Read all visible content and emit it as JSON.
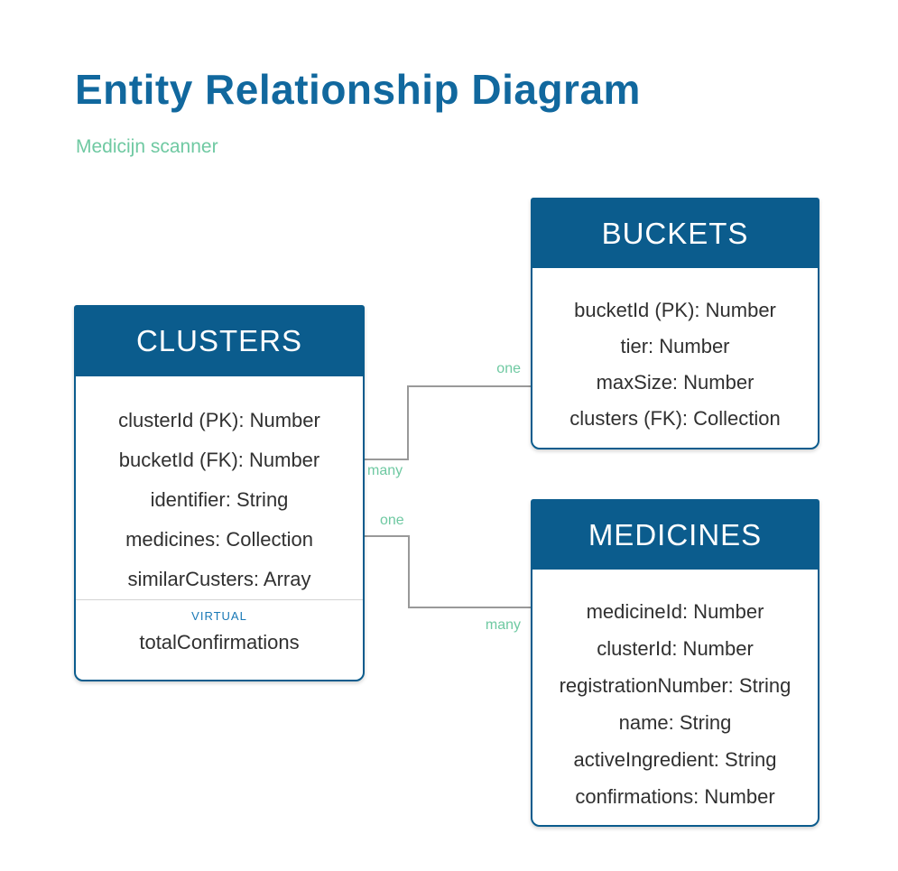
{
  "page": {
    "title": "Entity Relationship Diagram",
    "subtitle": "Medicijn scanner"
  },
  "colors": {
    "title_blue": "#11689e",
    "header_blue": "#0b5c8d",
    "mint_green": "#6fc9a2",
    "virtual_blue": "#1878b6",
    "line_gray": "#999999",
    "field_text": "#303030"
  },
  "entities": [
    {
      "id": "clusters",
      "name": "CLUSTERS",
      "fields": [
        "clusterId (PK): Number",
        "bucketId (FK): Number",
        "identifier: String",
        "medicines: Collection",
        "similarCusters: Array"
      ],
      "virtual_label": "VIRTUAL",
      "virtual_field": "totalConfirmations"
    },
    {
      "id": "buckets",
      "name": "BUCKETS",
      "fields": [
        "bucketId (PK): Number",
        "tier: Number",
        "maxSize: Number",
        "clusters (FK): Collection"
      ]
    },
    {
      "id": "medicines",
      "name": "MEDICINES",
      "fields": [
        "medicineId: Number",
        "clusterId: Number",
        "registrationNumber: String",
        "name: String",
        "activeIngredient: String",
        "confirmations: Number"
      ]
    }
  ],
  "relationships": [
    {
      "from": "buckets",
      "to": "clusters",
      "from_label": "one",
      "to_label": "many"
    },
    {
      "from": "clusters",
      "to": "medicines",
      "from_label": "one",
      "to_label": "many"
    }
  ]
}
